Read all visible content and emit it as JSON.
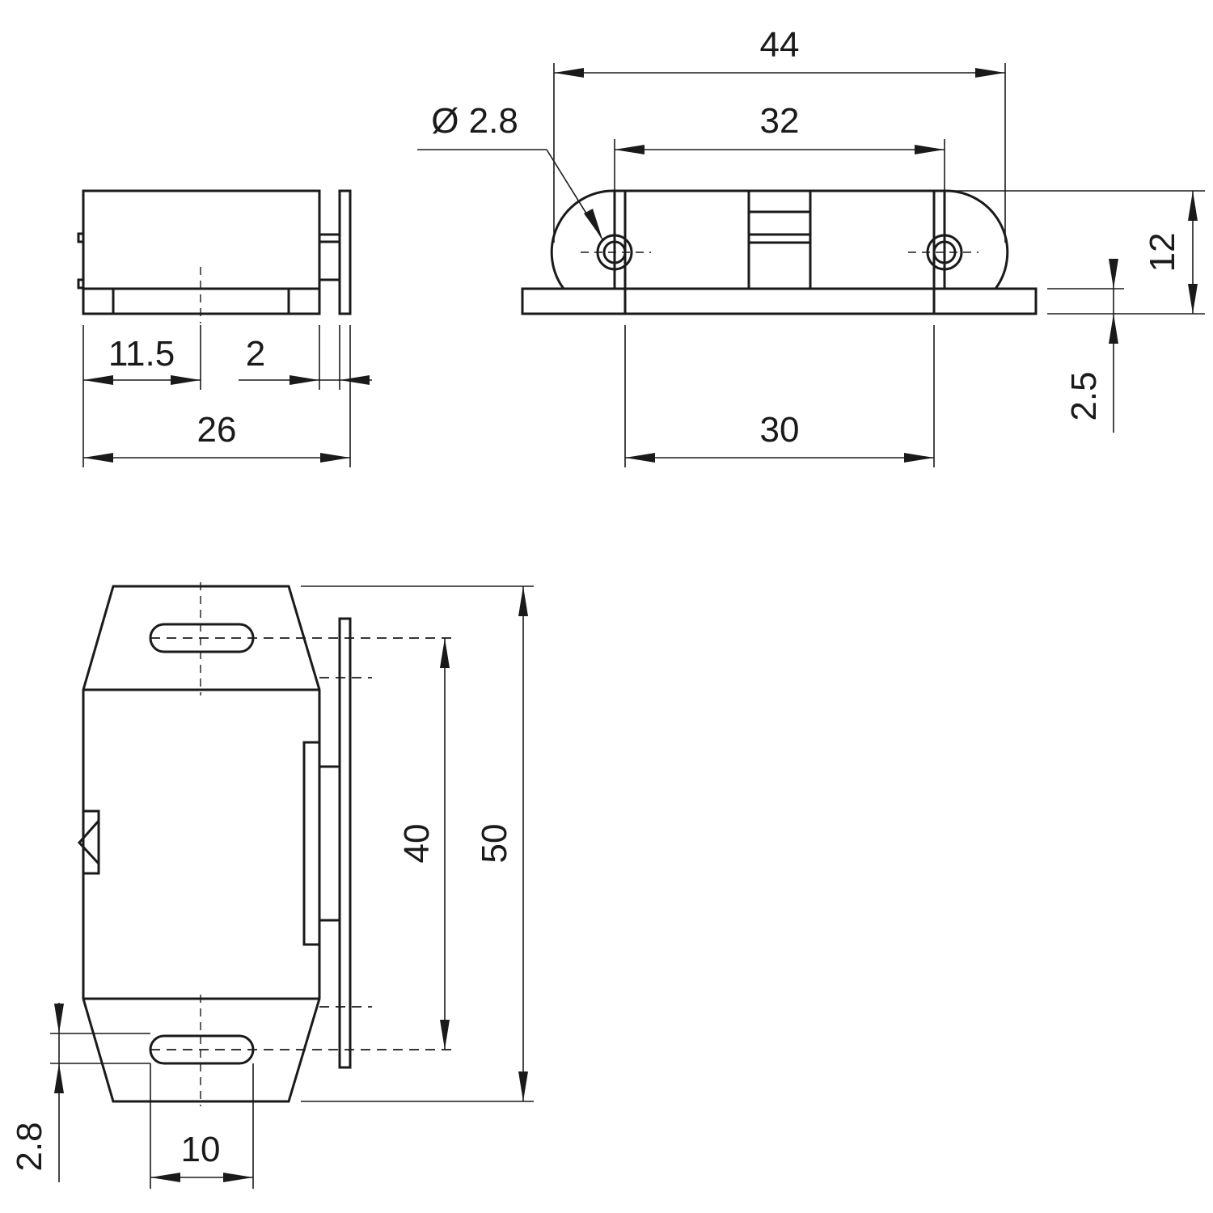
{
  "dimensions": {
    "left_view": {
      "d_11_5": "11.5",
      "d_2": "2",
      "d_26": "26"
    },
    "top_view": {
      "hole_dia": "Ø 2.8",
      "d_44": "44",
      "d_32": "32",
      "d_12": "12",
      "d_2_5": "2.5",
      "d_30": "30"
    },
    "front_view": {
      "d_40": "40",
      "d_50": "50",
      "d_2_8": "2.8",
      "d_10": "10"
    }
  }
}
